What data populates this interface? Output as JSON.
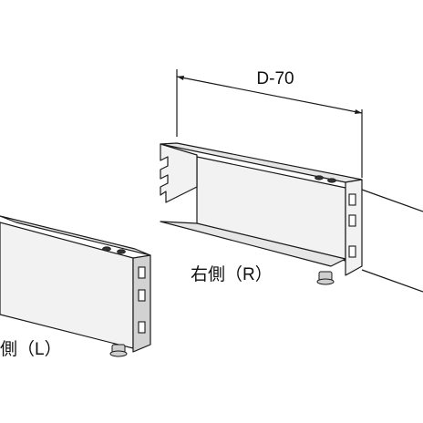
{
  "dimension": {
    "label": "D-70"
  },
  "parts": {
    "right": {
      "label": "右側（R）"
    },
    "left": {
      "label": "側（L）"
    }
  }
}
